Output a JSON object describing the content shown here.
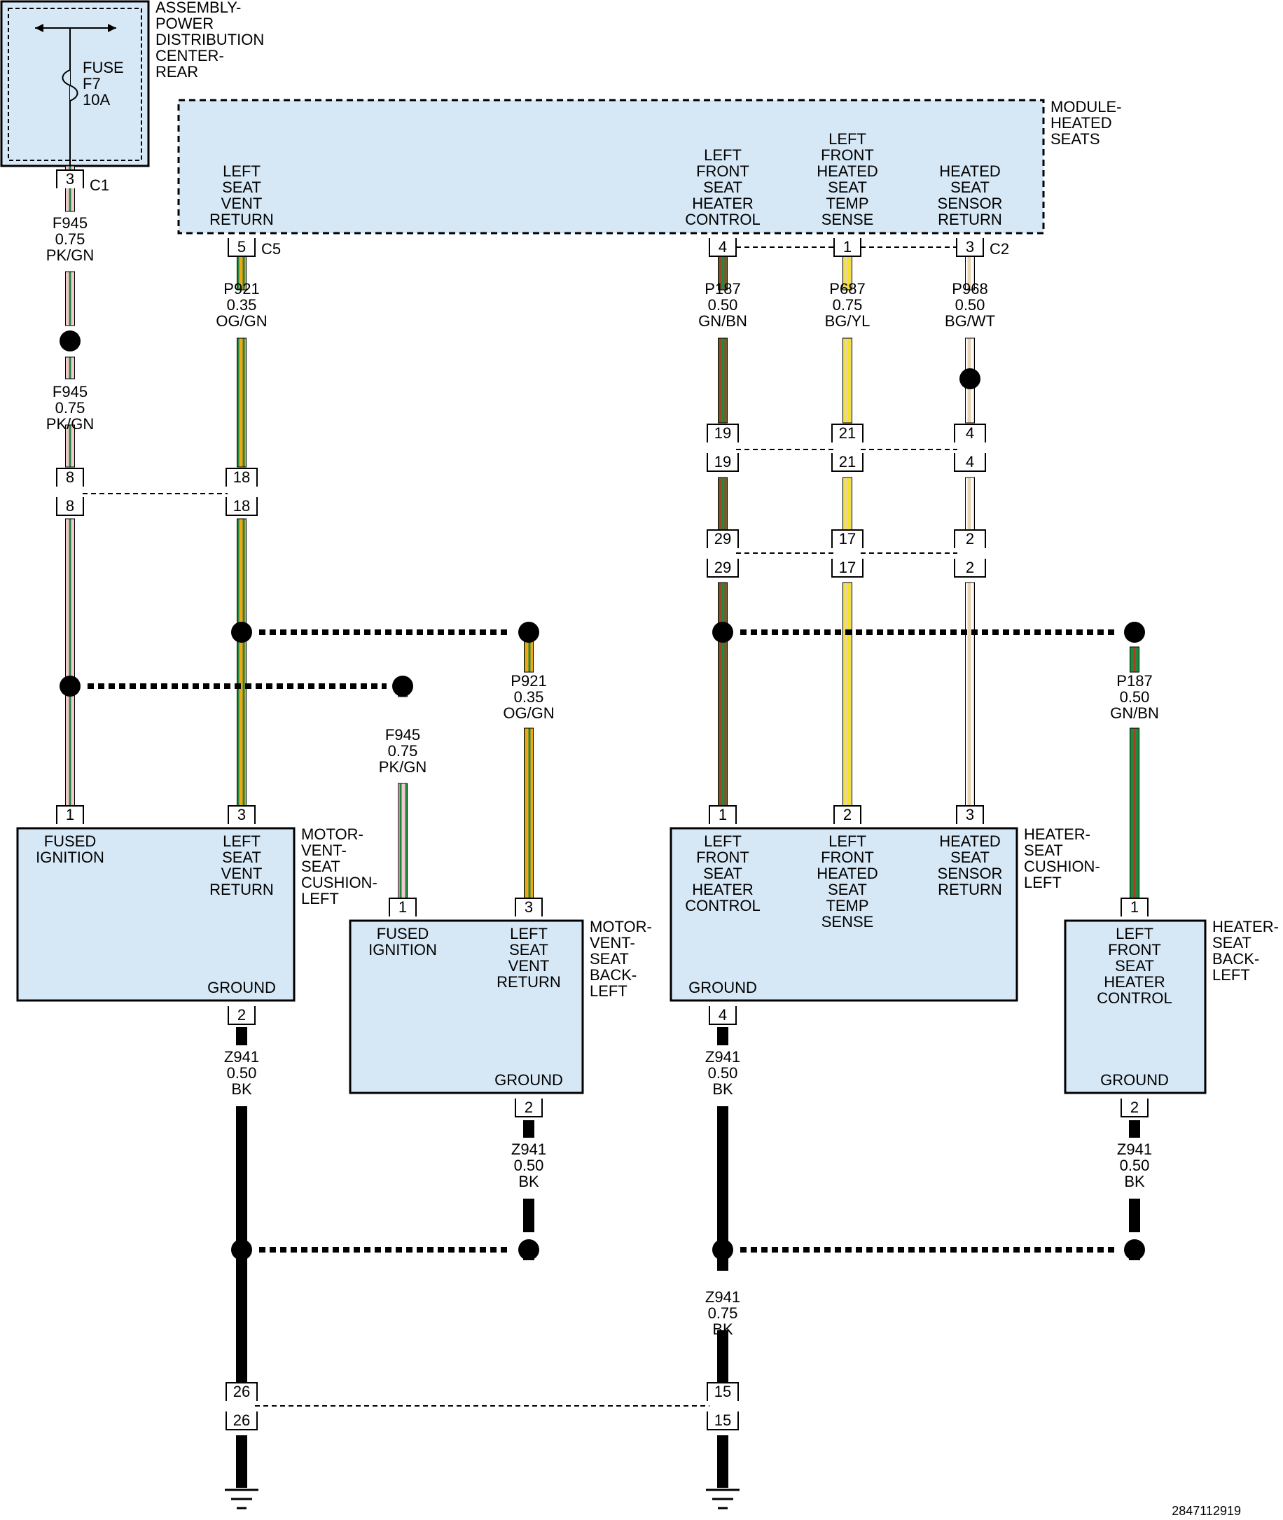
{
  "colors": {
    "component_fill": "#d6e8f6",
    "ground_wire": "#000000",
    "pk": "#f3c8cf",
    "gn": "#1e8a3c",
    "og": "#f2a516",
    "bn": "#b83a26",
    "bg": "#e9d3b4",
    "yl": "#f5e31e",
    "wt": "#ffffff"
  },
  "fuse_box": {
    "name": [
      "ASSEMBLY-",
      "POWER",
      "DISTRIBUTION",
      "CENTER-",
      "REAR"
    ],
    "fuse": [
      "FUSE",
      "F7",
      "10A"
    ],
    "pin": "3",
    "connector": "C1"
  },
  "heated_seats_module": {
    "name": [
      "MODULE-",
      "HEATED",
      "SEATS"
    ],
    "c5": {
      "connector": "C5",
      "pins": [
        {
          "pin": "5",
          "label": [
            "LEFT",
            "SEAT",
            "VENT",
            "RETURN"
          ]
        }
      ]
    },
    "c2": {
      "connector": "C2",
      "pins": [
        {
          "pin": "4",
          "label": [
            "LEFT",
            "FRONT",
            "SEAT",
            "HEATER",
            "CONTROL"
          ]
        },
        {
          "pin": "1",
          "label": [
            "LEFT",
            "FRONT",
            "HEATED",
            "SEAT",
            "TEMP",
            "SENSE"
          ]
        },
        {
          "pin": "3",
          "label": [
            "HEATED",
            "SEAT",
            "SENSOR",
            "RETURN"
          ]
        }
      ]
    }
  },
  "wires": {
    "f945_a": [
      "F945",
      "0.75",
      "PK/GN"
    ],
    "f945_b": [
      "F945",
      "0.75",
      "PK/GN"
    ],
    "f945_c": [
      "F945",
      "0.75",
      "PK/GN"
    ],
    "p921_a": [
      "P921",
      "0.35",
      "OG/GN"
    ],
    "p921_b": [
      "P921",
      "0.35",
      "OG/GN"
    ],
    "p187_a": [
      "P187",
      "0.50",
      "GN/BN"
    ],
    "p187_b": [
      "P187",
      "0.50",
      "GN/BN"
    ],
    "p687": [
      "P687",
      "0.75",
      "BG/YL"
    ],
    "p968": [
      "P968",
      "0.50",
      "BG/WT"
    ],
    "z941_cushion": [
      "Z941",
      "0.50",
      "BK"
    ],
    "z941_back": [
      "Z941",
      "0.50",
      "BK"
    ],
    "z941_heater": [
      "Z941",
      "0.50",
      "BK"
    ],
    "z941_heater_back": [
      "Z941",
      "0.50",
      "BK"
    ],
    "z941_main": [
      "Z941",
      "0.75",
      "BK"
    ]
  },
  "inline_connectors": {
    "f945": [
      "8",
      "8"
    ],
    "p921": [
      "18",
      "18"
    ],
    "p187": [
      "19",
      "19",
      "29",
      "29"
    ],
    "p687": [
      "21",
      "21",
      "17",
      "17"
    ],
    "p968": [
      "4",
      "4",
      "2",
      "2"
    ],
    "ground_left": [
      "26",
      "26"
    ],
    "ground_right": [
      "15",
      "15"
    ]
  },
  "vent_seat_cushion": {
    "name": [
      "MOTOR-",
      "VENT-",
      "SEAT",
      "CUSHION-",
      "LEFT"
    ],
    "pin1": {
      "pin": "1",
      "label": [
        "FUSED",
        "IGNITION"
      ]
    },
    "pin3": {
      "pin": "3",
      "label": [
        "LEFT",
        "SEAT",
        "VENT",
        "RETURN"
      ]
    },
    "ground": {
      "pin": "2",
      "label": "GROUND"
    }
  },
  "vent_seat_back": {
    "name": [
      "MOTOR-",
      "VENT-",
      "SEAT",
      "BACK-",
      "LEFT"
    ],
    "pin1": {
      "pin": "1",
      "label": [
        "FUSED",
        "IGNITION"
      ]
    },
    "pin3": {
      "pin": "3",
      "label": [
        "LEFT",
        "SEAT",
        "VENT",
        "RETURN"
      ]
    },
    "ground": {
      "pin": "2",
      "label": "GROUND"
    }
  },
  "heater_seat_cushion": {
    "name": [
      "HEATER-",
      "SEAT",
      "CUSHION-",
      "LEFT"
    ],
    "pin1": {
      "pin": "1",
      "label": [
        "LEFT",
        "FRONT",
        "SEAT",
        "HEATER",
        "CONTROL"
      ]
    },
    "pin2": {
      "pin": "2",
      "label": [
        "LEFT",
        "FRONT",
        "HEATED",
        "SEAT",
        "TEMP",
        "SENSE"
      ]
    },
    "pin3": {
      "pin": "3",
      "label": [
        "HEATED",
        "SEAT",
        "SENSOR",
        "RETURN"
      ]
    },
    "ground": {
      "pin": "4",
      "label": "GROUND"
    }
  },
  "heater_seat_back": {
    "name": [
      "HEATER-",
      "SEAT",
      "BACK-",
      "LEFT"
    ],
    "pin1": {
      "pin": "1",
      "label": [
        "LEFT",
        "FRONT",
        "SEAT",
        "HEATER",
        "CONTROL"
      ]
    },
    "ground": {
      "pin": "2",
      "label": "GROUND"
    }
  },
  "figure_id": "2847112919"
}
